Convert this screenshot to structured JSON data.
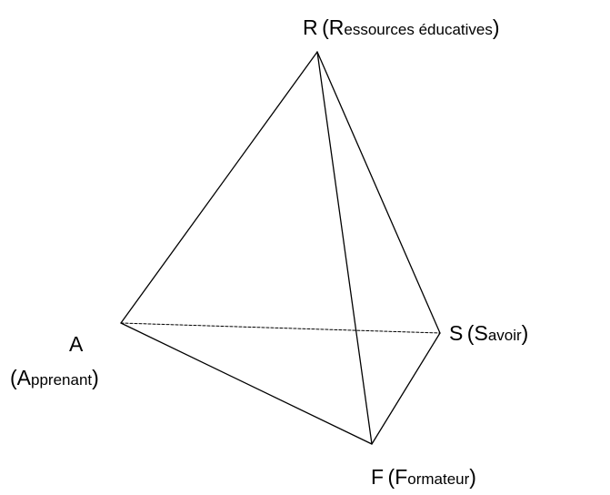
{
  "diagram": {
    "shape": "tetrahedron",
    "line_color": "#000000",
    "background": "#ffffff",
    "vertices": {
      "R": {
        "letter": "R",
        "paren_open": "(",
        "initial": "R",
        "rest": "essources éducatives",
        "paren_close": ")"
      },
      "A": {
        "letter": "A",
        "paren_open": "(",
        "initial": "A",
        "rest": "pprenant",
        "paren_close": ")"
      },
      "S": {
        "letter": "S",
        "paren_open": "(",
        "initial": "S",
        "rest": "avoir",
        "paren_close": ")"
      },
      "F": {
        "letter": "F",
        "paren_open": "(",
        "initial": "F",
        "rest": "ormateur",
        "paren_close": ")"
      }
    },
    "edges": [
      {
        "from": "R",
        "to": "A",
        "style": "solid"
      },
      {
        "from": "R",
        "to": "S",
        "style": "solid"
      },
      {
        "from": "R",
        "to": "F",
        "style": "solid"
      },
      {
        "from": "A",
        "to": "F",
        "style": "solid"
      },
      {
        "from": "F",
        "to": "S",
        "style": "solid"
      },
      {
        "from": "A",
        "to": "S",
        "style": "dashed"
      }
    ]
  }
}
